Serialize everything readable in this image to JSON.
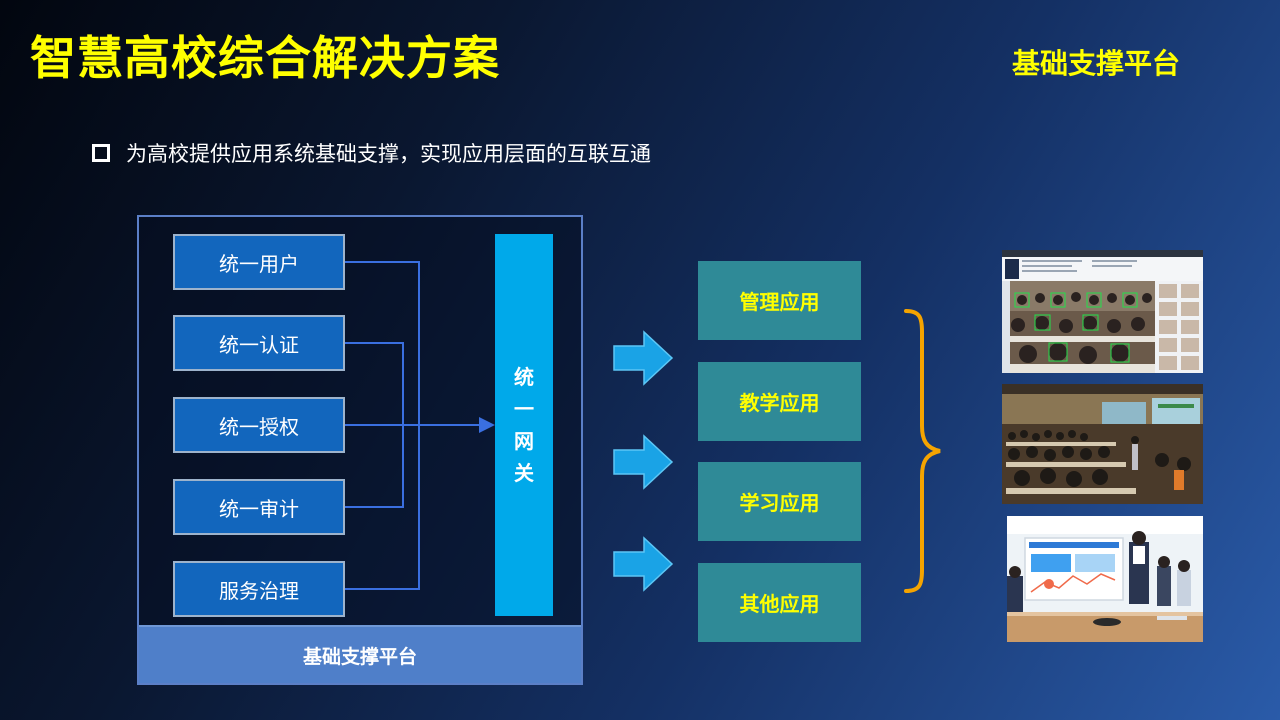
{
  "header": {
    "title": "智慧高校综合解决方案",
    "section": "基础支撑平台"
  },
  "bullet": {
    "text": "为高校提供应用系统基础支撑，实现应用层面的互联互通"
  },
  "platform": {
    "services": [
      "统一用户",
      "统一认证",
      "统一授权",
      "统一审计",
      "服务治理"
    ],
    "gateway_chars": [
      "统",
      "一",
      "网",
      "关"
    ],
    "footer_label": "基础支撑平台"
  },
  "applications": [
    "管理应用",
    "教学应用",
    "学习应用",
    "其他应用"
  ],
  "colors": {
    "title": "#ffff00",
    "service_box": "#1266bd",
    "gateway": "#00a9ea",
    "app_box": "#2f8a97",
    "app_text": "#ffff00",
    "brace": "#f5a400",
    "connector": "#3a6fe0",
    "arrow": "#1aa3e6"
  },
  "icons": {
    "bullet": "hollow-square-icon",
    "flow": "right-arrow-icon",
    "group": "curly-brace-icon"
  }
}
